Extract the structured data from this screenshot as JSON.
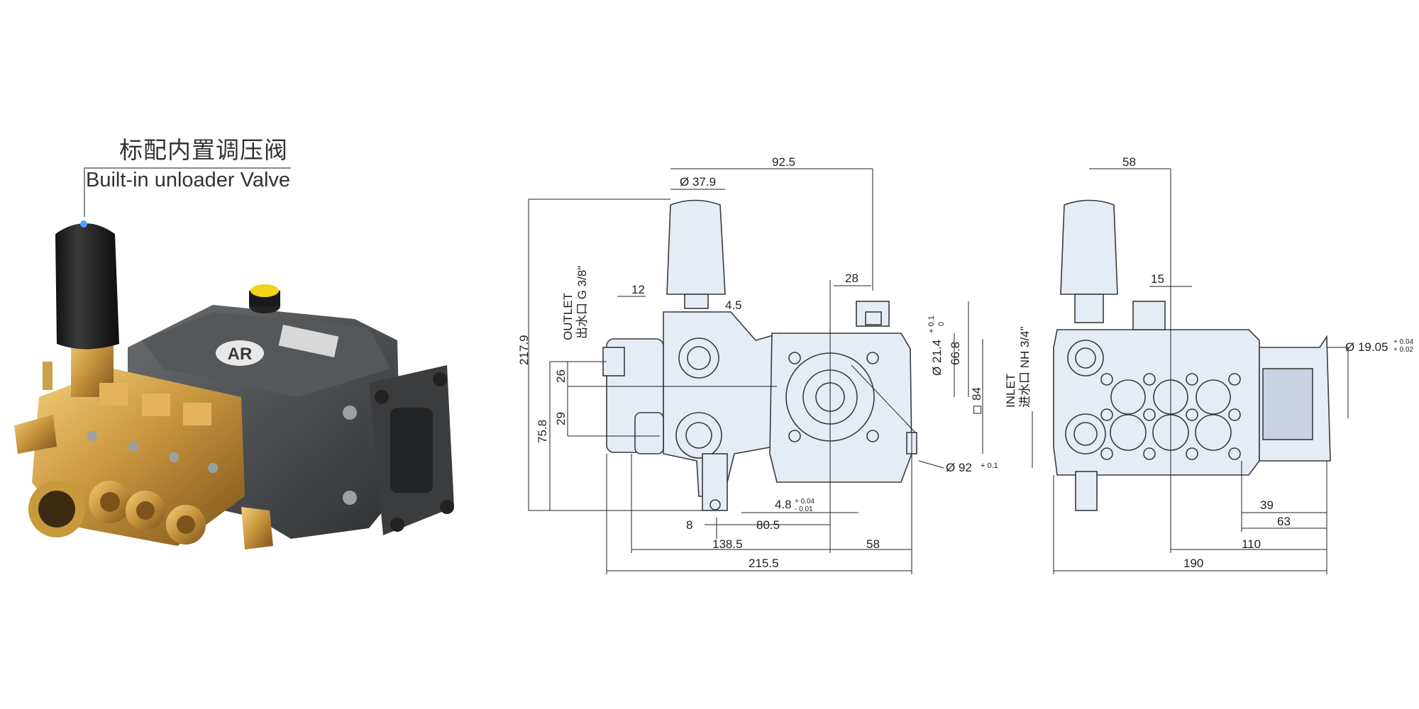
{
  "callout": {
    "title_cn": "标配内置调压阀",
    "title_en": "Built-in unloader Valve"
  },
  "product_photo": {
    "logo_text": "AR"
  },
  "drawing_side": {
    "labels": {
      "d_37_9": "Ø 37.9",
      "d_92_5": "92.5",
      "d_12": "12",
      "d_4_5": "4.5",
      "d_28": "28",
      "d_217_9": "217.9",
      "d_26": "26",
      "d_29": "29",
      "d_75_8": "75.8",
      "d_21_4": "Ø 21.4",
      "d_21_4_tol_up": "+ 0.1",
      "d_21_4_tol_dn": "0",
      "d_66_8": "66.8",
      "d_84": "84",
      "d_84_sym": "◻",
      "d_92": "Ø 92",
      "d_92_tol": "+ 0.1",
      "d_4_8": "4.8",
      "d_4_8_tol_up": "+ 0.04",
      "d_4_8_tol_dn": "- 0.01",
      "d_8": "8",
      "d_80_5": "80.5",
      "d_138_5": "138.5",
      "d_58": "58",
      "d_215_5": "215.5",
      "outlet_en": "OUTLET",
      "outlet_cn": "出水口 G 3/8\""
    }
  },
  "drawing_rear": {
    "labels": {
      "d_58": "58",
      "d_15": "15",
      "d_19_05": "Ø 19.05",
      "d_19_05_tol_up": "+ 0.04",
      "d_19_05_tol_dn": "+ 0.02",
      "d_39": "39",
      "d_63": "63",
      "d_110": "110",
      "d_190": "190",
      "inlet_en": "INLET",
      "inlet_cn": "进水口 NH 3/4\""
    }
  },
  "colors": {
    "line": "#222222",
    "part_fill": "#e6ecf6",
    "part_stroke": "#3a3a3a",
    "brass": "#c9973f",
    "brass_dark": "#8e6221",
    "pump_body": "#4a4d50",
    "knob": "#1c1c1c",
    "cap_yellow": "#f2d21a"
  }
}
